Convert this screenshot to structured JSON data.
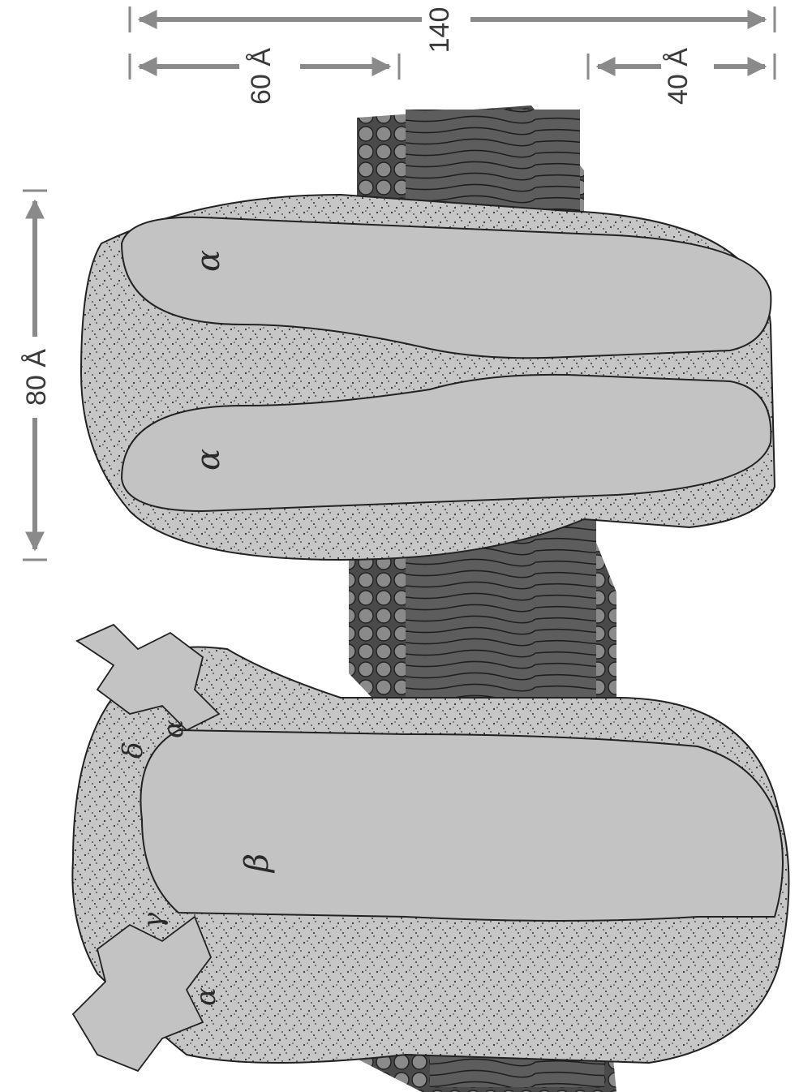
{
  "dimensions": {
    "protein_width": "80 Å",
    "total_length": "140",
    "extracellular": "60 Å",
    "cytoplasmic": "40 Å"
  },
  "subunit_labels": {
    "alpha_top": "α",
    "alpha_bottom": "α",
    "beta": "β",
    "gamma": "γ",
    "delta": "δ",
    "alpha_left": "α",
    "alpha_upper": "α"
  },
  "colors": {
    "protein": "#c3c3c3",
    "membrane": "#575757",
    "stipple": "#2a2a2a",
    "arrow": "#8a8a8a"
  }
}
